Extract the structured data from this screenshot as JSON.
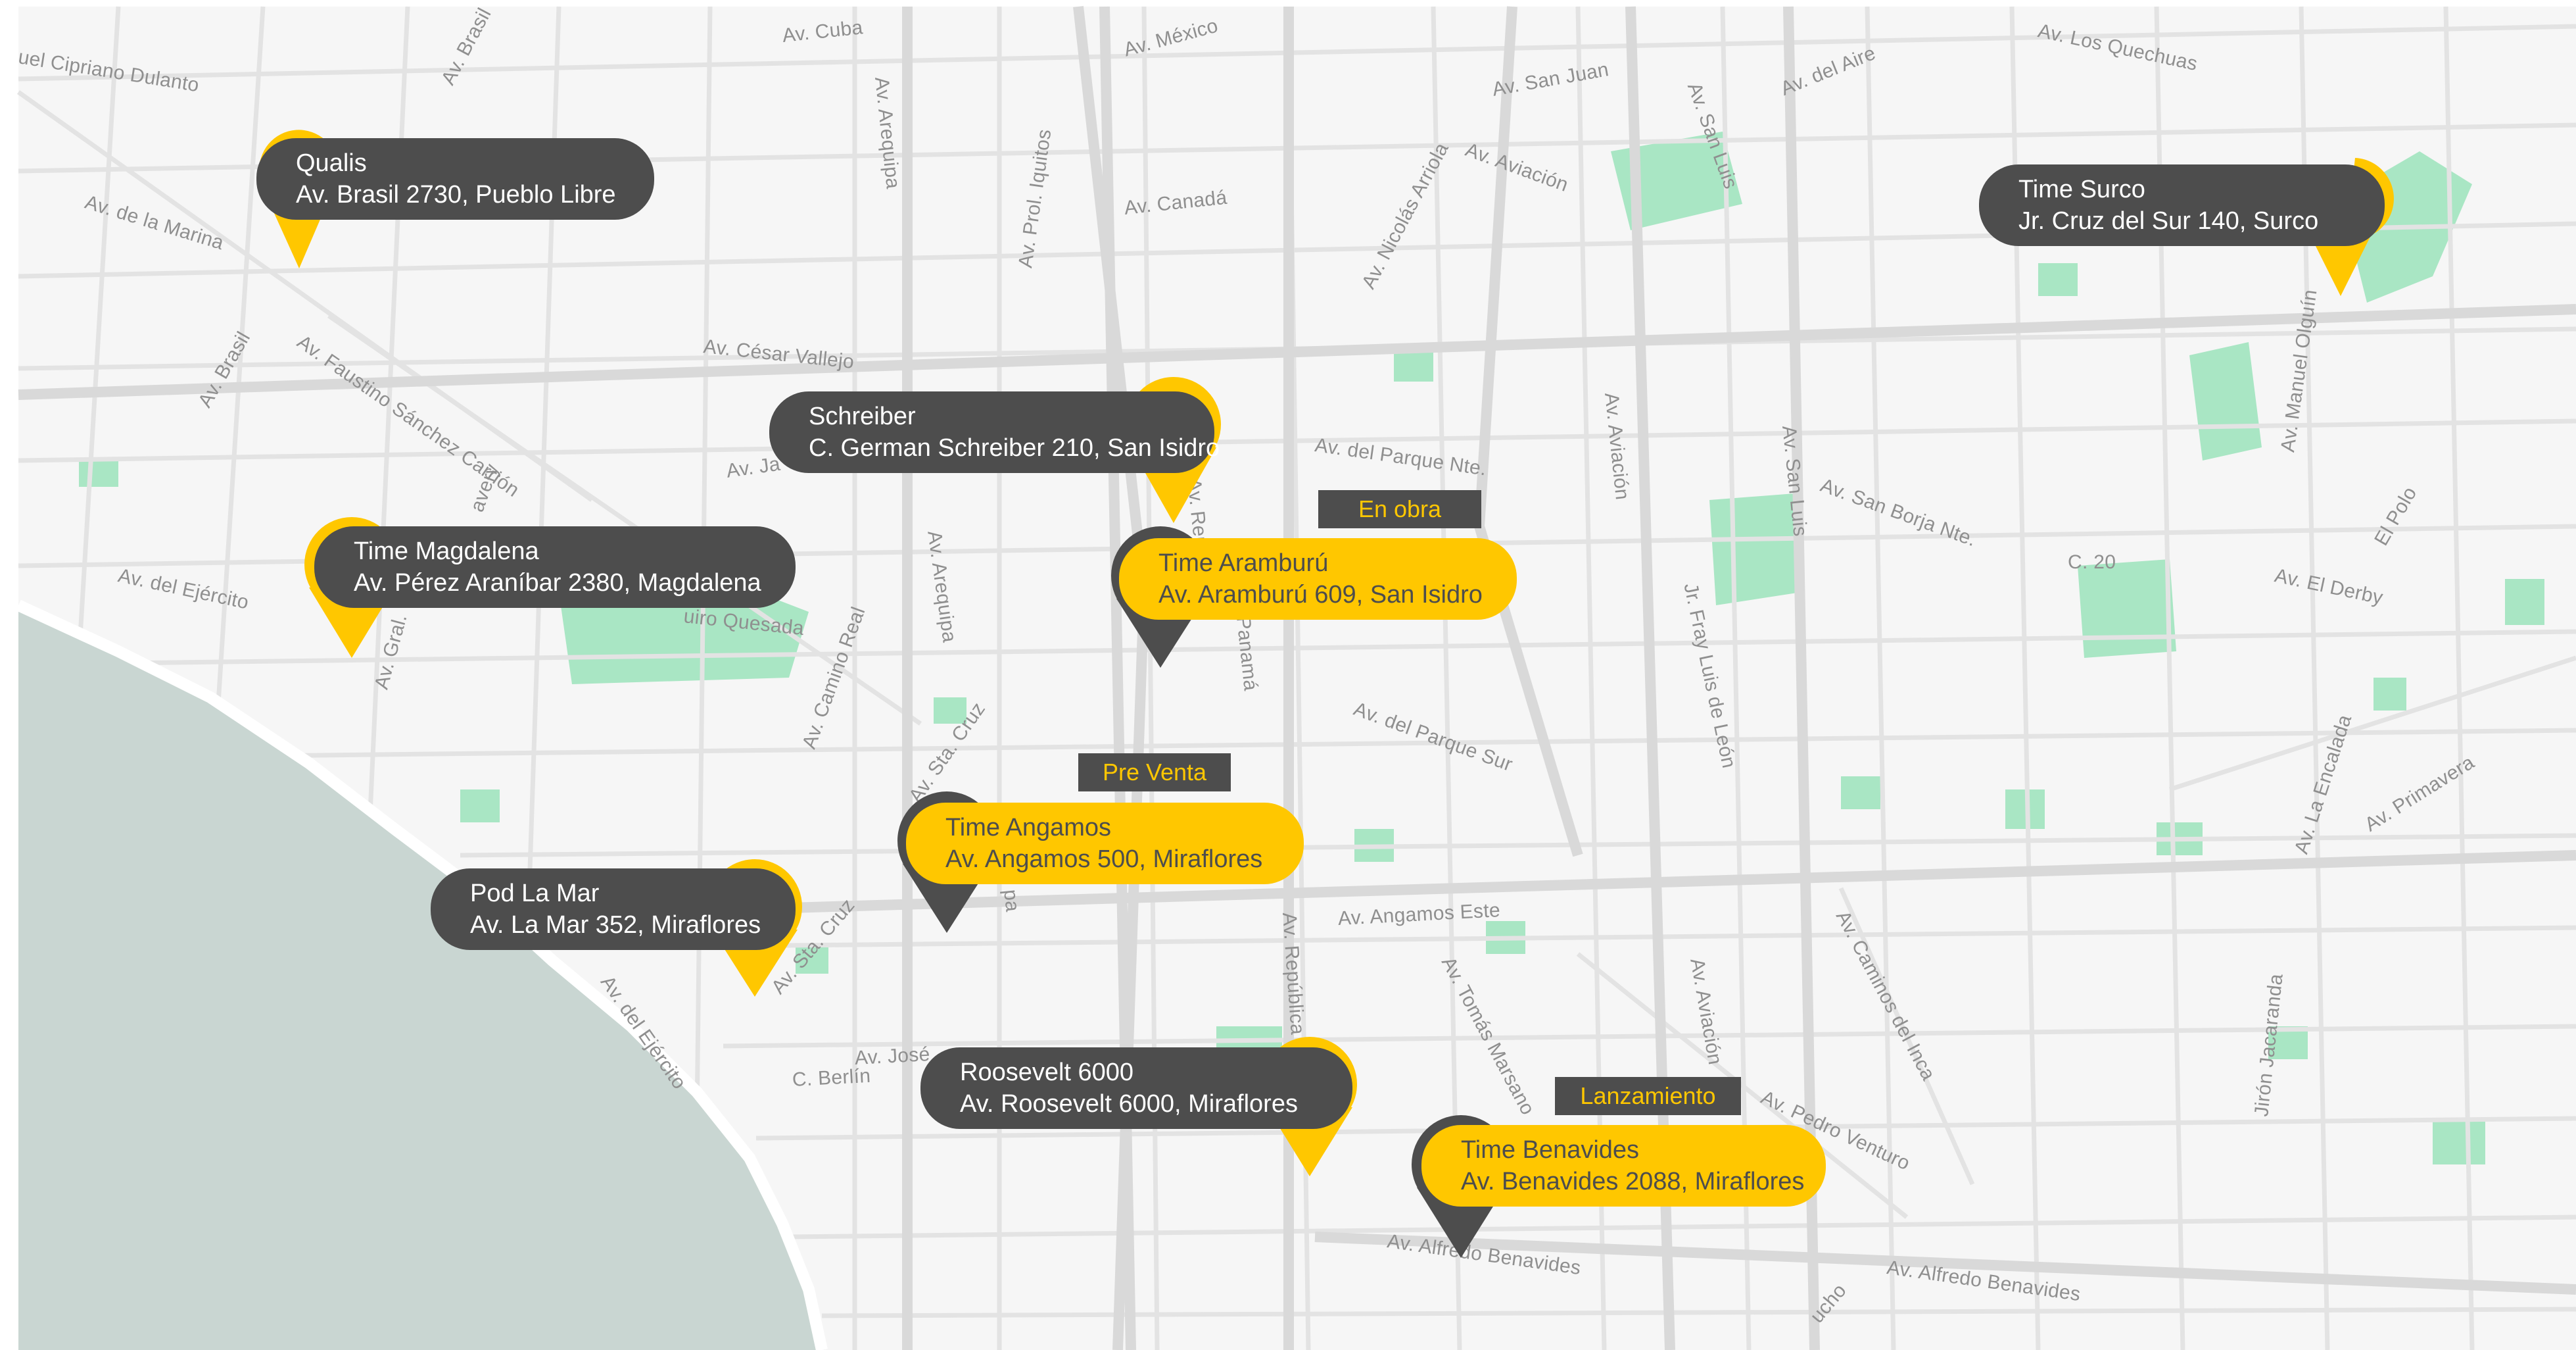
{
  "map": {
    "colors": {
      "ocean": "#c9d6d2",
      "park": "#a9e6c4",
      "road": "#e6e6e6",
      "land": "#f6f6f6",
      "marker_dark": "#4d4d4d",
      "marker_yellow": "#ffc700"
    },
    "streets": [
      "uel Cipriano Dulanto",
      "Av. Brasil",
      "Av. Cuba",
      "Av. México",
      "Av. San Juan",
      "Av. Los Quechuas",
      "Av. del Aire",
      "Av. San Luis",
      "Av. Aviación",
      "Av. de la Marina",
      "Av. Arequipa",
      "Av. Canadá",
      "Av. Nicolás Arriola",
      "Av. César Vallejo",
      "Av. Faustino Sánchez Carrión",
      "Av. Brasil",
      "Av. Prol. Iquitos",
      "Av. del Parque Nte.",
      "Av. Aviación",
      "Av. San Luis",
      "Av. San Borja Nte.",
      "Av. Manuel Olguín",
      "El Polo",
      "C. 20",
      "Av. El Derby",
      "Av. del Ejército",
      "Av. Gral.",
      "Av. Camino Real",
      "Av. Arequipa",
      "Av. Sta. Cruz",
      "Av. del Parque Sur",
      "Jr. Fray Luis de León",
      "Av. La Encalada",
      "Av. Primavera",
      "Av. Angamos Este",
      "Av. Sta. Cruz",
      "Av. del Ejército",
      "Av. Tomás Marsano",
      "Av. Caminos del Inca",
      "Av. Aviación",
      "C. Berlín",
      "Av. José",
      "Av. República de",
      "Av. Pedro Venturo",
      "Av. Alfredo Benavides",
      "Av. Alfredo Benavides",
      "Jirón Jacaranda",
      "ucho",
      "Panamá",
      "Av. Ja",
      "Av. Repú",
      "pa",
      "uiro Quesada",
      "avery"
    ]
  },
  "locations": [
    {
      "name": "Qualis",
      "address": "Av. Brasil 2730, Pueblo Libre",
      "theme": "dark"
    },
    {
      "name": "Time Surco",
      "address": "Jr. Cruz del Sur 140, Surco",
      "theme": "dark"
    },
    {
      "name": "Schreiber",
      "address": "C. German Schreiber 210, San Isidro",
      "theme": "dark"
    },
    {
      "name": "Time Magdalena",
      "address": "Av. Pérez Araníbar 2380, Magdalena",
      "theme": "dark"
    },
    {
      "name": "Time Aramburú",
      "address": "Av. Aramburú 609, San Isidro",
      "theme": "yellow",
      "status": "En obra"
    },
    {
      "name": "Time Angamos",
      "address": "Av. Angamos 500, Miraflores",
      "theme": "yellow",
      "status": "Pre Venta"
    },
    {
      "name": "Pod La Mar",
      "address": "Av. La Mar 352, Miraflores",
      "theme": "dark"
    },
    {
      "name": "Roosevelt 6000",
      "address": "Av. Roosevelt 6000, Miraflores",
      "theme": "dark"
    },
    {
      "name": "Time Benavides",
      "address": "Av. Benavides 2088, Miraflores",
      "theme": "yellow",
      "status": "Lanzamiento"
    }
  ]
}
